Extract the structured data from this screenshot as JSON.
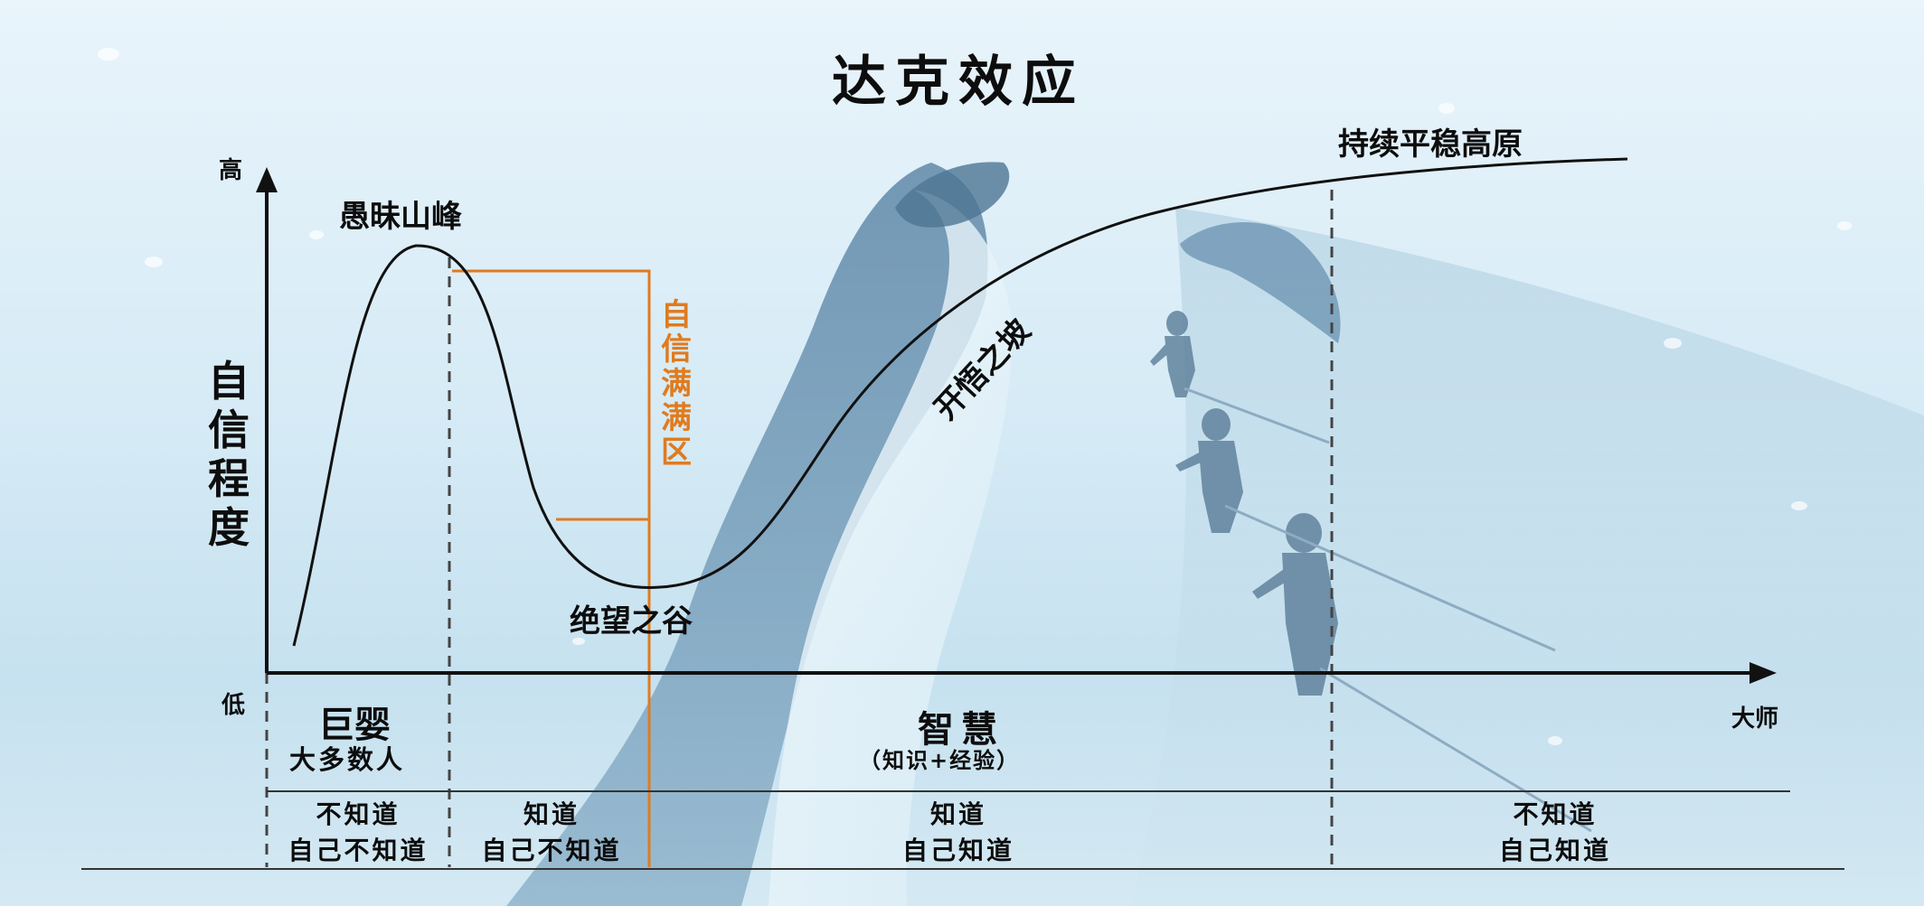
{
  "title": "达克效应",
  "y_axis": {
    "label": "自信程度",
    "high": "高",
    "low": "低"
  },
  "x_axis": {
    "end_label": "大师"
  },
  "curve_labels": {
    "peak": "愚昧山峰",
    "valley": "绝望之谷",
    "slope": "开悟之坡",
    "plateau": "持续平稳高原"
  },
  "zone": {
    "label": "自信满满区",
    "color": "#e07b1f"
  },
  "stages": {
    "infant": {
      "name": "巨婴",
      "sub": "大多数人"
    },
    "wisdom": {
      "name": "智慧",
      "sub": "（知识+经验）"
    }
  },
  "awareness": [
    {
      "line1": "不知道",
      "line2": "自己不知道"
    },
    {
      "line1": "知道",
      "line2": "自己不知道"
    },
    {
      "line1": "知道",
      "line2": "自己知道"
    },
    {
      "line1": "不知道",
      "line2": "自己知道"
    }
  ]
}
